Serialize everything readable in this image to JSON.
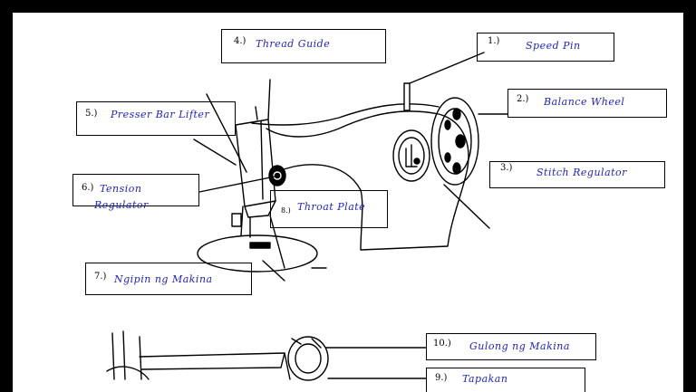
{
  "labels": {
    "speed_pin": {
      "num": "1.)",
      "text": "Speed Pin"
    },
    "balance_wheel": {
      "num": "2.)",
      "text": "Balance Wheel"
    },
    "stitch_regulator": {
      "num": "3.)",
      "text": "Stitch Regulator"
    },
    "thread_guide": {
      "num": "4.)",
      "text": "Thread Guide"
    },
    "presser_bar_lifter": {
      "num": "5.)",
      "text": "Presser Bar Lifter"
    },
    "tension_regulator": {
      "num": "6.)",
      "text": "Tension",
      "text2": "Regulator"
    },
    "throat_plate": {
      "num": "8.)",
      "text": "Throat Plate"
    },
    "ngipin": {
      "num": "7.)",
      "text": "Ngipin ng Makina"
    },
    "gulong": {
      "num": "10.)",
      "text": "Gulong ng Makina"
    },
    "tapakan": {
      "num": "9.)",
      "text": "Tapakan"
    }
  },
  "colors": {
    "label_text": "#1f23c8",
    "frame": "#000000",
    "sheet": "#ffffff"
  }
}
